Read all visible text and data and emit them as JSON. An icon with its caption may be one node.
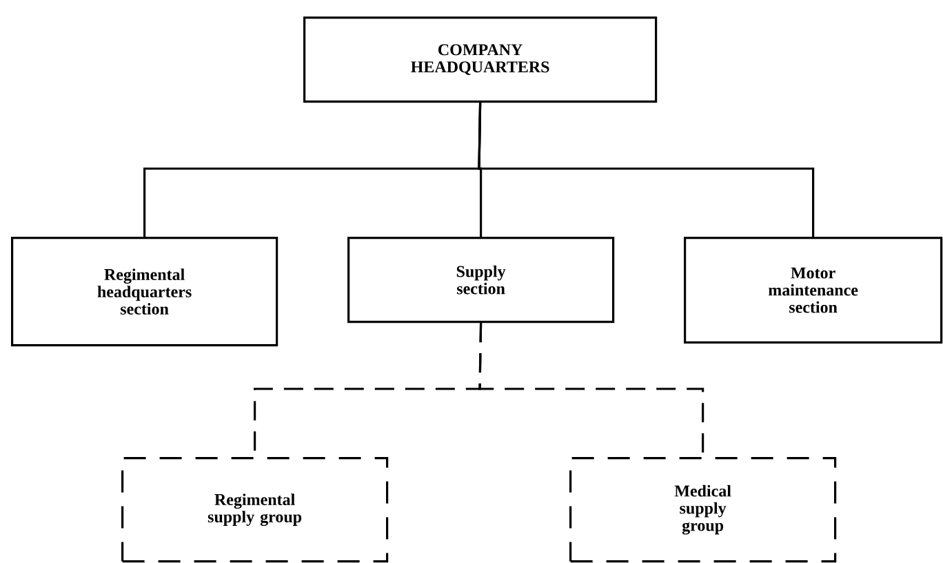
{
  "diagram": {
    "nodes": [
      {
        "text": [
          "COMPANY HEADQUARTERS"
        ]
      },
      {
        "text": [
          "Regimental headquarters section"
        ]
      },
      {
        "text": [
          "Supply section"
        ]
      },
      {
        "text": [
          "Motor maintenance section"
        ]
      },
      {
        "text": [
          "Regimental supply group"
        ]
      },
      {
        "text": [
          "Medical supply group"
        ]
      }
    ],
    "edges": [
      {
        "from": 0,
        "to": 1,
        "arrow": "none"
      },
      {
        "from": 0,
        "to": 2,
        "arrow": "none"
      },
      {
        "from": 0,
        "to": 3,
        "arrow": "none"
      },
      {
        "from": 2,
        "to": 4,
        "arrow": "none",
        "style": "dashed"
      },
      {
        "from": 2,
        "to": 5,
        "arrow": "none",
        "style": "dashed"
      }
    ]
  }
}
